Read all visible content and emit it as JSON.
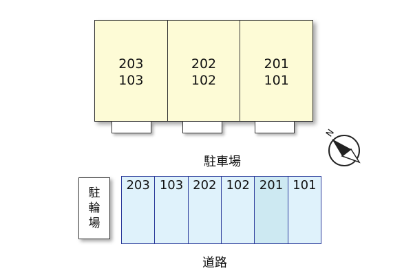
{
  "building": {
    "units": [
      {
        "upper": "203",
        "lower": "103"
      },
      {
        "upper": "202",
        "lower": "102"
      },
      {
        "upper": "201",
        "lower": "101"
      }
    ]
  },
  "compass": {
    "letter": "N"
  },
  "labels": {
    "parking_lot": "駐車場",
    "road": "道路"
  },
  "bicycle_parking": {
    "chars": [
      "駐",
      "輪",
      "場"
    ]
  },
  "parking_slots": [
    "203",
    "103",
    "202",
    "102",
    "201",
    "101"
  ],
  "colors": {
    "building_fill": "#fdfbd6",
    "slot_fill": "#dff2fb",
    "slot_border": "#2a3a9a"
  }
}
